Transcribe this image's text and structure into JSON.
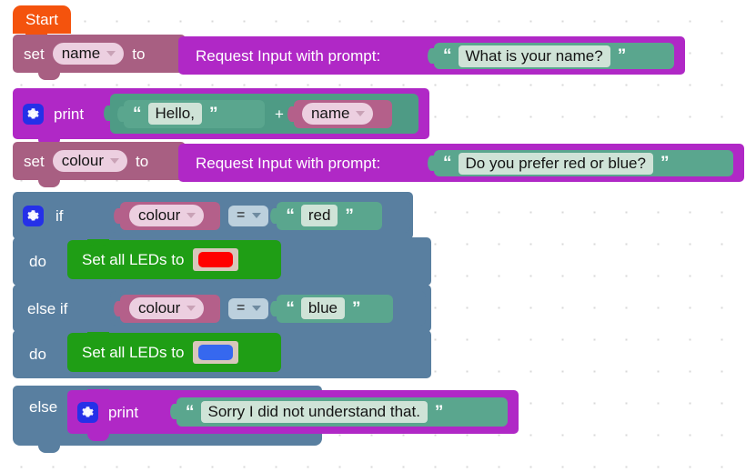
{
  "app": {
    "name": "blockly-workspace",
    "canvas_background": "#ffffff",
    "grid_dot_color": "#d8d8d8",
    "grid_spacing": 35
  },
  "palette": {
    "start_orange": "#f4530d",
    "variable_set_mauve": "#a85f82",
    "variable_get_rose": "#b4608a",
    "text_teal": "#5aa68e",
    "io_magenta": "#b028c6",
    "control_slate": "#597fa0",
    "led_green": "#1f9e15",
    "field_pink": "#eccfe0",
    "field_green": "#cfe3d7",
    "field_blue": "#bcd0dd",
    "swatch_frame": "#d8c7bb",
    "gear_blue": "#2530e8",
    "led_red_value": "#ff0000",
    "led_blue_value": "#3668ef"
  },
  "program": {
    "start_label": "Start",
    "blocks": [
      {
        "id": "set-name",
        "type": "variable_set",
        "set_label": "set",
        "variable": "name",
        "to_label": "to",
        "value": {
          "type": "request_input",
          "label": "Request Input with prompt:",
          "prompt": "What is your name?"
        }
      },
      {
        "id": "print-hello",
        "type": "print",
        "label": "print",
        "mutator_icon": "gear-icon",
        "value": {
          "type": "join",
          "operator": "+",
          "left_text": "Hello,",
          "right_variable": "name"
        }
      },
      {
        "id": "set-colour",
        "type": "variable_set",
        "set_label": "set",
        "variable": "colour",
        "to_label": "to",
        "value": {
          "type": "request_input",
          "label": "Request Input with prompt:",
          "prompt": "Do you prefer red or blue?"
        }
      },
      {
        "id": "if-else",
        "type": "controls_if",
        "mutator_icon": "gear-icon",
        "if_label": "if",
        "do_label_1": "do",
        "elseif_label": "else if",
        "do_label_2": "do",
        "else_label": "else",
        "condition_1": {
          "left_variable": "colour",
          "operator": "=",
          "right_text": "red"
        },
        "condition_2": {
          "left_variable": "colour",
          "operator": "=",
          "right_text": "blue"
        },
        "then_1": {
          "type": "set_leds",
          "label": "Set all LEDs to",
          "colour_value": "#ff0000"
        },
        "then_2": {
          "type": "set_leds",
          "label": "Set all LEDs to",
          "colour_value": "#3668ef"
        },
        "else_body": {
          "type": "print",
          "label": "print",
          "mutator_icon": "gear-icon",
          "text": "Sorry I did not understand that."
        }
      }
    ]
  }
}
